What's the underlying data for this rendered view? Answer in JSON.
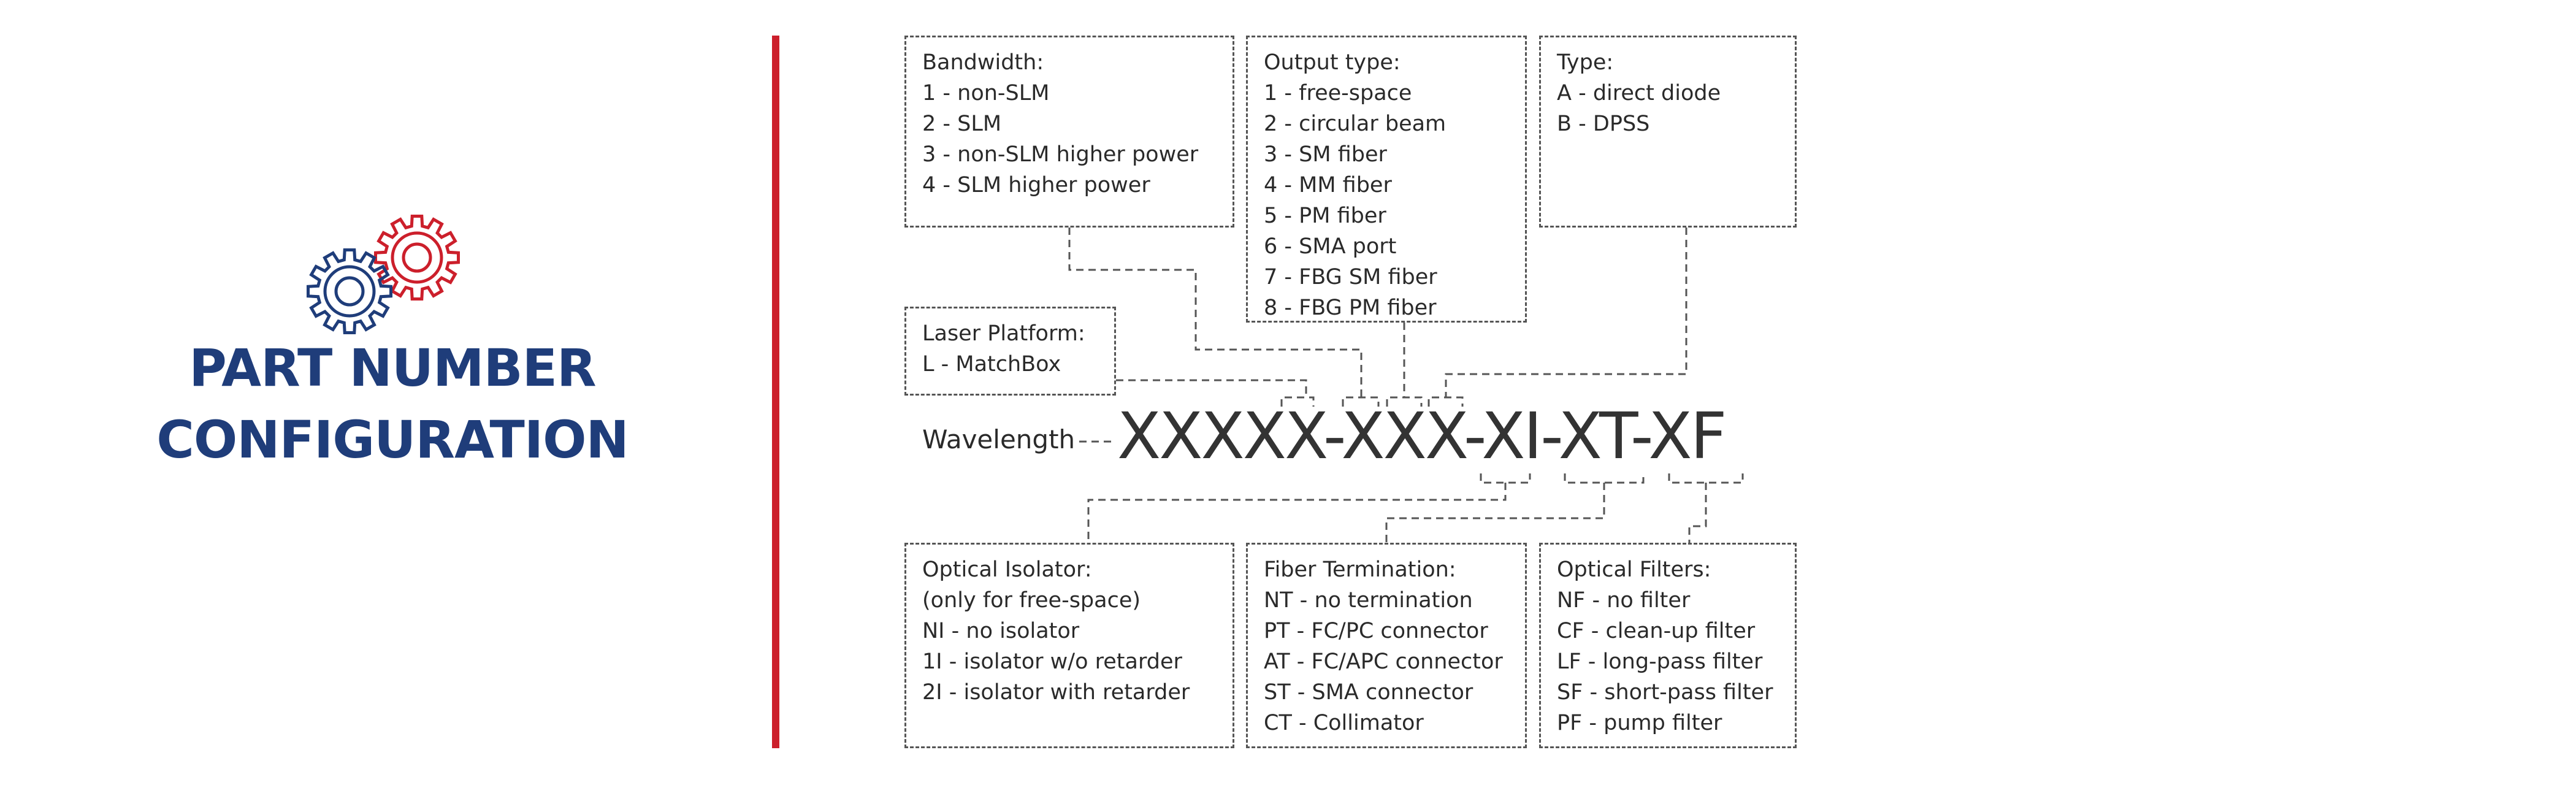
{
  "heading": {
    "line1": "PART NUMBER",
    "line2": "CONFIGURATION"
  },
  "icon": "gears-icon",
  "colors": {
    "heading": "#1f3d7a",
    "accent": "#cc1f2b",
    "gear_blue": "#1f3d7a",
    "gear_red": "#cc1f2b",
    "text": "#2a2a2a",
    "dashes": "#555555"
  },
  "part_number": "XXXXX-XXX-XI-XT-XF",
  "wavelength_label": "Wavelength",
  "boxes": {
    "bandwidth": {
      "title": "Bandwidth:",
      "items": [
        "1 - non-SLM",
        "2 - SLM",
        "3 - non-SLM higher power",
        "4 - SLM higher power"
      ]
    },
    "output_type": {
      "title": "Output type:",
      "items": [
        "1 - free-space",
        "2 - circular beam",
        "3 - SM fiber",
        "4 - MM fiber",
        "5 - PM fiber",
        "6 - SMA port",
        "7 - FBG SM fiber",
        "8 - FBG PM fiber"
      ]
    },
    "type": {
      "title": "Type:",
      "items": [
        "A - direct diode",
        "B - DPSS"
      ]
    },
    "laser_platform": {
      "title": "Laser Platform:",
      "items": [
        "L - MatchBox"
      ]
    },
    "optical_isolator": {
      "title": "Optical Isolator:",
      "items": [
        "(only for free-space)",
        "NI - no isolator",
        "1I - isolator w/o retarder",
        "2I - isolator with retarder"
      ]
    },
    "fiber_termination": {
      "title": "Fiber Termination:",
      "items": [
        "NT - no termination",
        "PT - FC/PC connector",
        "AT - FC/APC connector",
        "ST - SMA connector",
        "CT - Collimator"
      ]
    },
    "optical_filters": {
      "title": "Optical Filters:",
      "items": [
        "NF - no filter",
        "CF - clean-up filter",
        "LF - long-pass filter",
        "SF - short-pass filter",
        "PF - pump filter"
      ]
    }
  }
}
